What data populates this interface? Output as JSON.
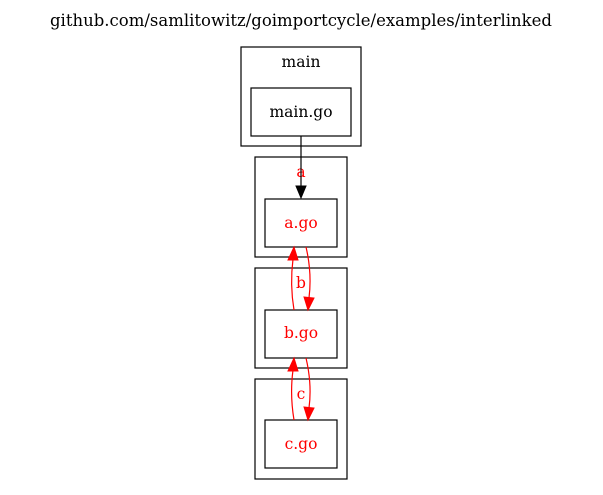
{
  "graph": {
    "title": "github.com/samlitowitz/goimportcycle/examples/interlinked"
  },
  "colors": {
    "default": "#000000",
    "cycle": "#ff0000"
  },
  "clusters": [
    {
      "id": "main",
      "label": "main",
      "node_label": "main.go",
      "in_cycle": false
    },
    {
      "id": "a",
      "label": "a",
      "node_label": "a.go",
      "in_cycle": true
    },
    {
      "id": "b",
      "label": "b",
      "node_label": "b.go",
      "in_cycle": true
    },
    {
      "id": "c",
      "label": "c",
      "node_label": "c.go",
      "in_cycle": true
    }
  ],
  "edges": [
    {
      "from": "main.go",
      "to": "a.go",
      "in_cycle": false
    },
    {
      "from": "a.go",
      "to": "b.go",
      "in_cycle": true
    },
    {
      "from": "b.go",
      "to": "a.go",
      "in_cycle": true
    },
    {
      "from": "b.go",
      "to": "c.go",
      "in_cycle": true
    },
    {
      "from": "c.go",
      "to": "b.go",
      "in_cycle": true
    }
  ]
}
